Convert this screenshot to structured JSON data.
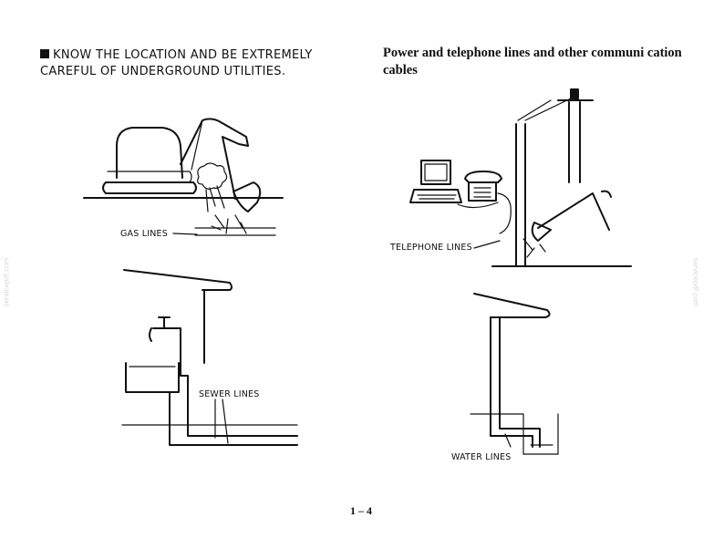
{
  "heading_left": "KNOW THE LOCATION AND BE EXTREMELY CAREFUL OF UNDERGROUND UTILITIES.",
  "heading_right": "Power and telephone lines and other communi cation cables",
  "labels": {
    "gas": "GAS LINES",
    "telephone": "TELEPHONE LINES",
    "sewer": "SEWER LINES",
    "water": "WATER LINES"
  },
  "page_number": "1 – 4",
  "watermark": "servicepdf.com"
}
